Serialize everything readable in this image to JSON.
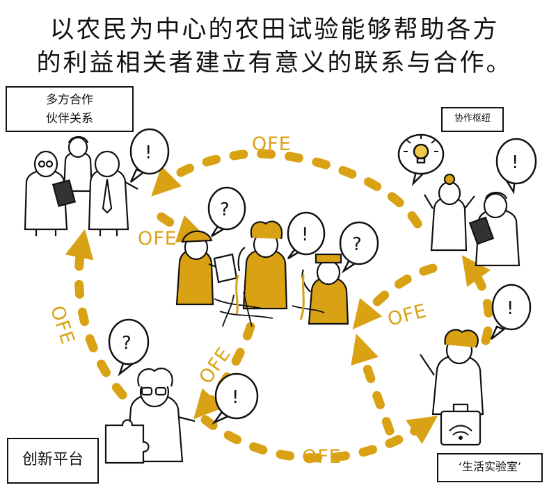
{
  "headline": {
    "line1": "以农民为中心的农田试验能够帮助各方",
    "line2": "的利益相关者建立有意义的联系与合作。"
  },
  "boxes": {
    "partnership_line1": "多方合作",
    "partnership_line2": "伙伴关系",
    "coordination": "协作枢纽",
    "innovation": "创新平台",
    "living_lab": "‘生活实验室’"
  },
  "loop_label": "OFE",
  "bubble_marks": {
    "question": "?",
    "exclamation": "!"
  },
  "colors": {
    "accent": "#d9a214",
    "ink": "#111111"
  }
}
